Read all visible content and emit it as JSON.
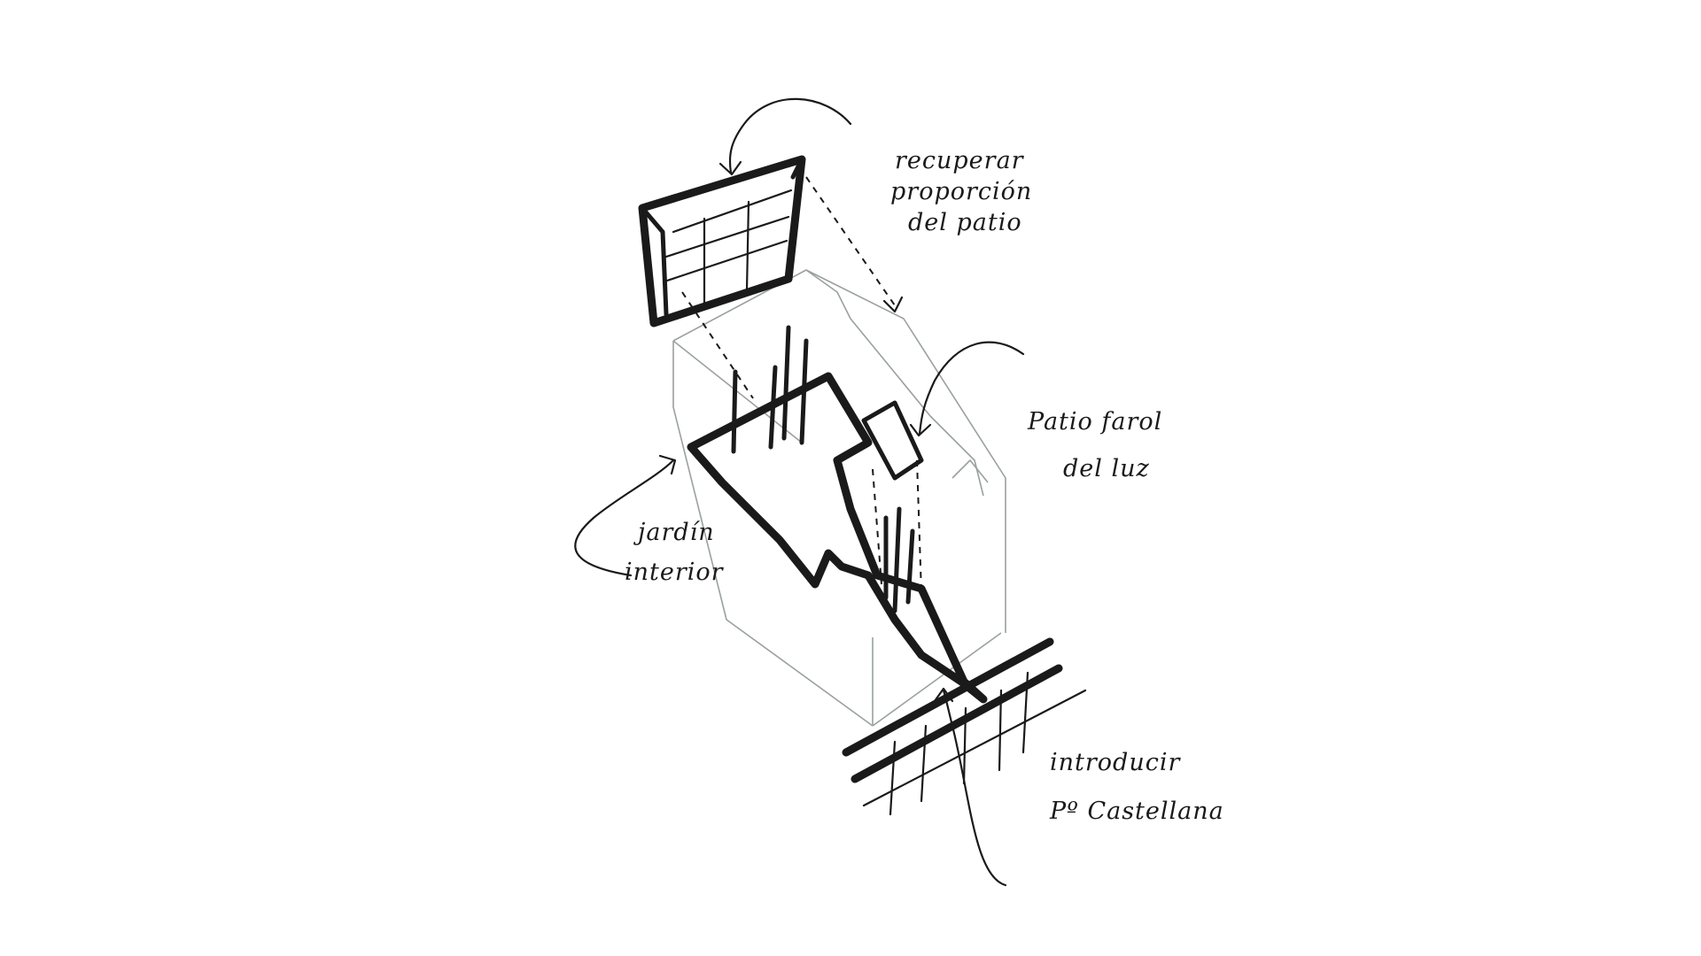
{
  "annotations": {
    "patio_proportion": [
      "recuperar",
      "proporción",
      "del patio"
    ],
    "patio_lantern": [
      "Patio farol",
      "del luz"
    ],
    "garden": [
      "jardín",
      "interior"
    ],
    "street": [
      "introducir",
      "Pº Castellana"
    ]
  },
  "colors": {
    "ink": "#1a1a1a",
    "pencil": "#9aa0a0",
    "paper": "#ffffff"
  }
}
